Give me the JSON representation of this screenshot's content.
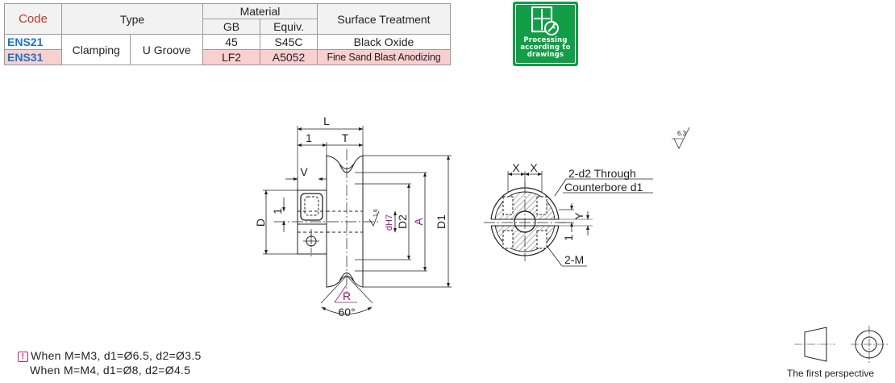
{
  "table": {
    "headers": {
      "code": "Code",
      "type": "Type",
      "material": "Material",
      "surface": "Surface Treatment",
      "gb": "GB",
      "equiv": "Equiv."
    },
    "type_values": [
      "Clamping",
      "U Groove"
    ],
    "rows": [
      {
        "code": "ENS21",
        "gb": "45",
        "equiv": "S45C",
        "surface": "Black Oxide"
      },
      {
        "code": "ENS31",
        "gb": "LF2",
        "equiv": "A5052",
        "surface": "Fine Sand Blast Anodizing"
      }
    ],
    "highlight_color": "#f9d0cf",
    "code_color": "#1a73c8"
  },
  "badge": {
    "lines": [
      "Processing",
      "according to",
      "drawings"
    ],
    "color": "#129d47"
  },
  "drawing": {
    "dims": {
      "L": "L",
      "one_top": "1",
      "T": "T",
      "V": "V",
      "D": "D",
      "one_side": "1",
      "dh7": "dH7",
      "D2": "D2",
      "A": "A",
      "D1": "D1",
      "R": "R",
      "angle": "60°",
      "roughness_bore": "1.6",
      "roughness_main": "6.3",
      "X1": "X",
      "X2": "X",
      "Y": "Y",
      "one_right": "1",
      "M": "2-M"
    },
    "callouts": {
      "through": "2-d2 Through",
      "counterbore": "Counterbore d1"
    },
    "accent_color": "#8b1e7a"
  },
  "notes": {
    "line1": "When  M=M3,  d1=Ø6.5,  d2=Ø3.5",
    "line2": "When  M=M4,  d1=Ø8,  d2=Ø4.5",
    "warn_icon": "!"
  },
  "perspective_label": "The first perspective"
}
